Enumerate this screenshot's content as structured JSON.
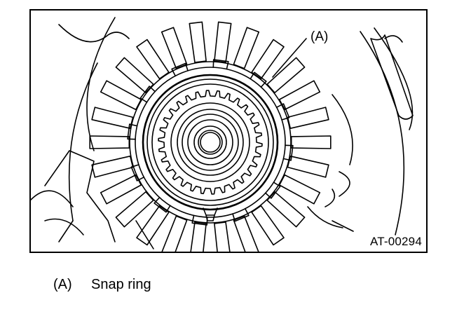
{
  "figure": {
    "callout_letter": "(A)",
    "figure_id": "AT-00294",
    "line_color": "#000000",
    "background": "#ffffff"
  },
  "legend": [
    {
      "key": "(A)",
      "label": "Snap ring"
    }
  ]
}
